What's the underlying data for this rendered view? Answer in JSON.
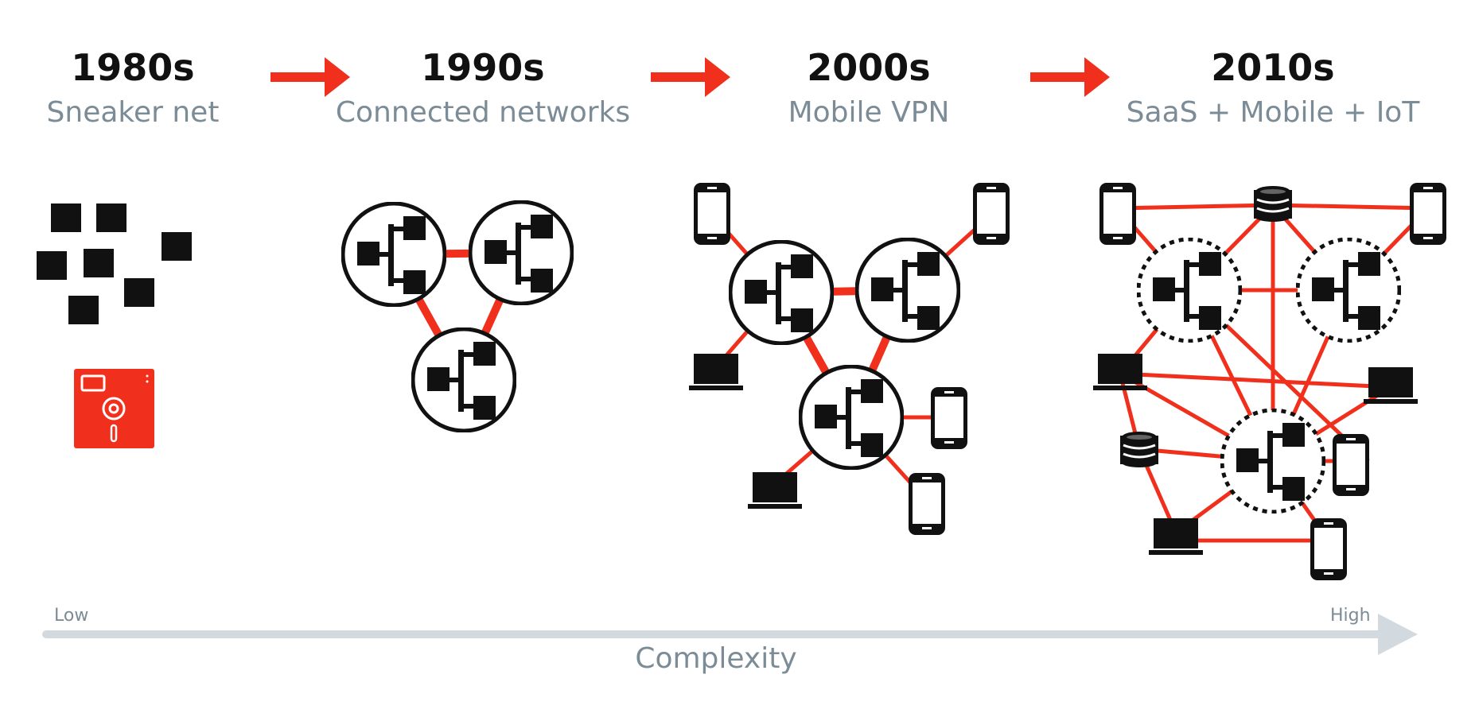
{
  "eras": [
    {
      "title": "1980s",
      "subtitle": "Sneaker net"
    },
    {
      "title": "1990s",
      "subtitle": "Connected networks"
    },
    {
      "title": "2000s",
      "subtitle": "Mobile VPN"
    },
    {
      "title": "2010s",
      "subtitle": "SaaS + Mobile + IoT"
    }
  ],
  "axis": {
    "low": "Low",
    "high": "High",
    "label": "Complexity"
  },
  "colors": {
    "accent": "#f0301c",
    "axis": "#d3dadf",
    "muted_text": "#7b8c97",
    "ink": "#111111"
  },
  "icons": [
    "network-hub-icon",
    "phone-icon",
    "laptop-icon",
    "database-icon",
    "floppy-disk-icon",
    "arrow-right-icon"
  ]
}
